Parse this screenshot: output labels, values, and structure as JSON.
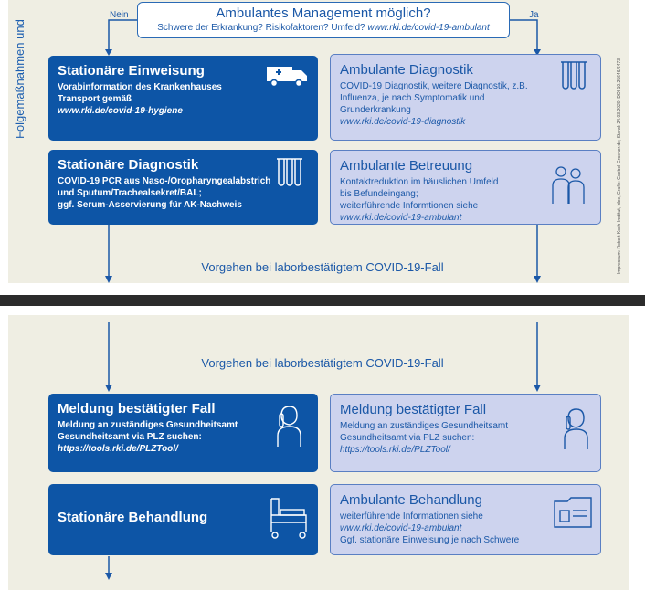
{
  "side_label": "Folgemaßnahmen und",
  "credit": "Impressum: Robert Koch-Institut, Idee, Grafik: Goebel-Groener.de; Stand: 24.03.2020, DOI 10.25646/6473",
  "question": {
    "title": "Ambulantes Management möglich?",
    "subtitle": "Schwere der Erkrankung? Risikofaktoren? Umfeld?",
    "link": "www.rki.de/covid-19-ambulant",
    "no_label": "Nein",
    "yes_label": "Ja"
  },
  "top": {
    "stationary_referral": {
      "title": "Stationäre Einweisung",
      "lines": [
        "Vorabinformation des Krankenhauses",
        "Transport gemäß"
      ],
      "link": "www.rki.de/covid-19-hygiene",
      "icon": "ambulance-icon"
    },
    "ambulant_diagnostics": {
      "title": "Ambulante Diagnostik",
      "lines": [
        "COVID-19 Diagnostik, weitere Diagnostik, z.B.",
        "Influenza, je nach Symptomatik und",
        "Grunderkrankung"
      ],
      "link": "www.rki.de/covid-19-diagnostik",
      "icon": "test-tubes-icon"
    },
    "stationary_diagnostics": {
      "title": "Stationäre Diagnostik",
      "lines": [
        "COVID-19 PCR aus Naso-/Oropharyngealabstrich",
        "und Sputum/Trachealsekret/BAL;",
        "ggf. Serum-Asservierung für AK-Nachweis"
      ],
      "icon": "test-tubes-icon"
    },
    "ambulant_care": {
      "title": "Ambulante Betreuung",
      "lines": [
        "Kontaktreduktion im häuslichen Umfeld",
        "bis Befundeingang;",
        "weiterführende Informtionen siehe"
      ],
      "link": "www.rki.de/covid-19-ambulant",
      "icon": "people-icon"
    },
    "flow_text": "Vorgehen bei laborbestätigtem COVID-19-Fall"
  },
  "bottom": {
    "flow_text": "Vorgehen bei laborbestätigtem COVID-19-Fall",
    "report_left": {
      "title": "Meldung bestätigter Fall",
      "lines": [
        "Meldung an zuständiges Gesundheitsamt",
        "Gesundheitsamt via PLZ suchen:"
      ],
      "link": "https://tools.rki.de/PLZTool/",
      "icon": "phone-person-icon"
    },
    "report_right": {
      "title": "Meldung bestätigter Fall",
      "lines": [
        "Meldung an zuständiges Gesundheitsamt",
        "Gesundheitsamt via PLZ suchen:"
      ],
      "link": "https://tools.rki.de/PLZTool/",
      "icon": "phone-person-icon"
    },
    "stationary_treatment": {
      "title": "Stationäre Behandlung",
      "icon": "hospital-bed-icon"
    },
    "ambulant_treatment": {
      "title": "Ambulante Behandlung",
      "lines": [
        "weiterführende Informationen siehe"
      ],
      "link": "www.rki.de/covid-19-ambulant",
      "lines2": [
        "Ggf. stationäre Einweisung je nach Schwere"
      ],
      "icon": "folder-icon"
    }
  },
  "colors": {
    "dark_blue": "#0d55a6",
    "light_blue": "#cdd3ee",
    "panel": "#efeee3"
  }
}
